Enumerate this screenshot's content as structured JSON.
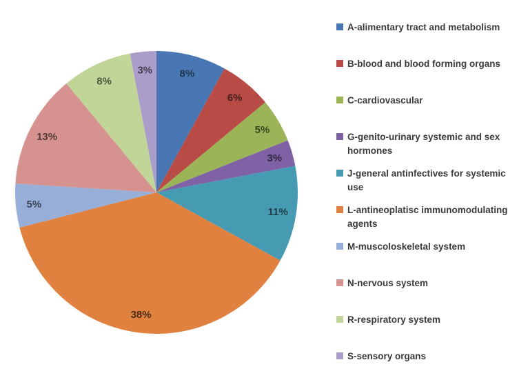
{
  "chart_data": {
    "type": "pie",
    "title": "",
    "legend_position": "right",
    "start_angle_deg": 0,
    "direction": "clockwise",
    "total": 100,
    "label_radius_ratio": 0.87,
    "slices": [
      {
        "label": "A-alimentary tract and metabolism",
        "value_pct": 8,
        "pct_label": "8%",
        "color": "#4877B3",
        "label_color": "#1E3552"
      },
      {
        "label": "B-blood and blood forming organs",
        "value_pct": 6,
        "pct_label": "6%",
        "color": "#B94B46",
        "label_color": "#44201E"
      },
      {
        "label": "C-cardiovascular",
        "value_pct": 5,
        "pct_label": "5%",
        "color": "#9BB458",
        "label_color": "#3C4722"
      },
      {
        "label": "G-genito-urinary systemic and sex hormones",
        "value_pct": 3,
        "pct_label": "3%",
        "color": "#7E62A5",
        "label_color": "#322741"
      },
      {
        "label": "J-general antinfectives for systemic use",
        "value_pct": 11,
        "pct_label": "11%",
        "color": "#469BB2",
        "label_color": "#1C3F49"
      },
      {
        "label": "L-antineoplatisc immunomodulating agents",
        "value_pct": 38,
        "pct_label": "38%",
        "color": "#E08140",
        "label_color": "#4A2B13"
      },
      {
        "label": "M-muscoloskeletal system",
        "value_pct": 5,
        "pct_label": "5%",
        "color": "#96AED8",
        "label_color": "#3A4456"
      },
      {
        "label": "N-nervous system",
        "value_pct": 13,
        "pct_label": "13%",
        "color": "#D5928F",
        "label_color": "#553A39"
      },
      {
        "label": "R-respiratory system",
        "value_pct": 8,
        "pct_label": "8%",
        "color": "#C2D598",
        "label_color": "#4E563C"
      },
      {
        "label": "S-sensory organs",
        "value_pct": 3,
        "pct_label": "3%",
        "color": "#AB9DC9",
        "label_color": "#433E50"
      }
    ]
  }
}
